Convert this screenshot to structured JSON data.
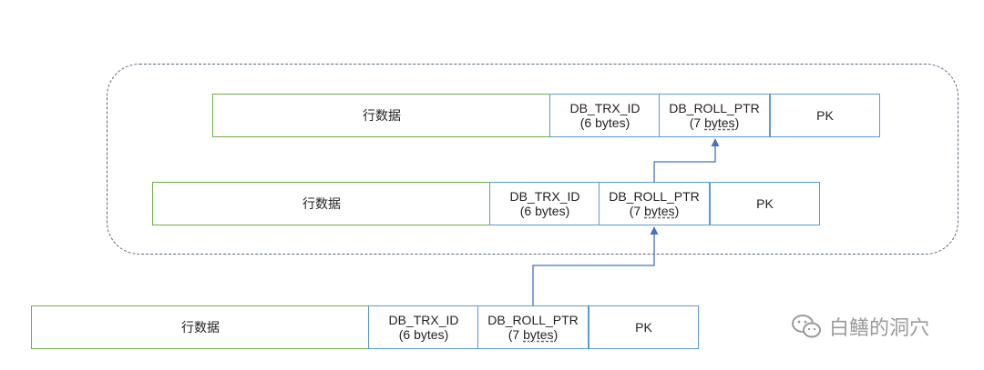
{
  "rows": [
    {
      "data": "行数据",
      "trx_label": "DB_TRX_ID",
      "trx_size": "(6 bytes)",
      "roll_label": "DB_ROLL_PTR",
      "roll_size_pre": "(7 ",
      "roll_size_word": "bytes",
      "roll_size_post": ")",
      "pk": "PK"
    },
    {
      "data": "行数据",
      "trx_label": "DB_TRX_ID",
      "trx_size": "(6 bytes)",
      "roll_label": "DB_ROLL_PTR",
      "roll_size_pre": "(7 ",
      "roll_size_word": "bytes",
      "roll_size_post": ")",
      "pk": "PK"
    },
    {
      "data": "行数据",
      "trx_label": "DB_TRX_ID",
      "trx_size": "(6 bytes)",
      "roll_label": "DB_ROLL_PTR",
      "roll_size_pre": "(7 ",
      "roll_size_word": "bytes",
      "roll_size_post": ")",
      "pk": "PK"
    }
  ],
  "watermark": {
    "text": "白鳝的洞穴",
    "icon": "wechat-icon"
  },
  "colors": {
    "data_border": "#70ad47",
    "meta_border": "#5b9bd5",
    "connector": "#4472c4",
    "dashed": "#556677"
  }
}
